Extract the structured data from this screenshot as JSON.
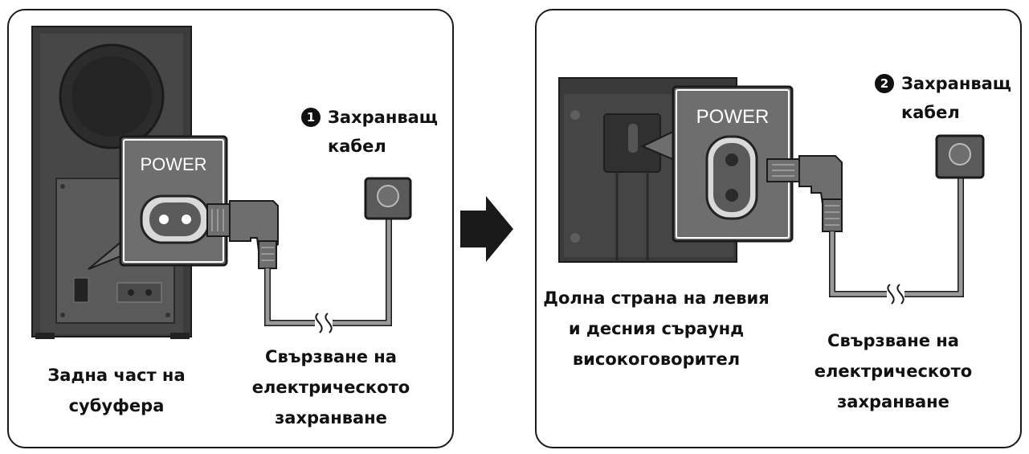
{
  "diagram": {
    "step1": {
      "power_label": "POWER",
      "cable_number": "1",
      "cable_label_line1": "Захранващ",
      "cable_label_line2": "кабел",
      "device_caption_line1": "Задна част на",
      "device_caption_line2": "субуфера",
      "connection_caption_line1": "Свързване на",
      "connection_caption_line2": "електрическото",
      "connection_caption_line3": "захранване"
    },
    "step2": {
      "power_label": "POWER",
      "cable_number": "2",
      "cable_label_line1": "Захранващ",
      "cable_label_line2": "кабел",
      "device_caption_line1": "Долна страна на левия",
      "device_caption_line2": "и десния съраунд",
      "device_caption_line3": "високоговорител",
      "connection_caption_line1": "Свързване на",
      "connection_caption_line2": "електрическото",
      "connection_caption_line3": "захранване"
    },
    "colors": {
      "device_dark": "#3a3a3a",
      "callout_gray": "#6e6e6e",
      "cable_gray": "#8c8c8c",
      "outline": "#1a1a1a"
    },
    "icons": [
      "arrow-right-icon",
      "wall-outlet-icon",
      "power-plug-icon",
      "power-socket-icon"
    ]
  }
}
